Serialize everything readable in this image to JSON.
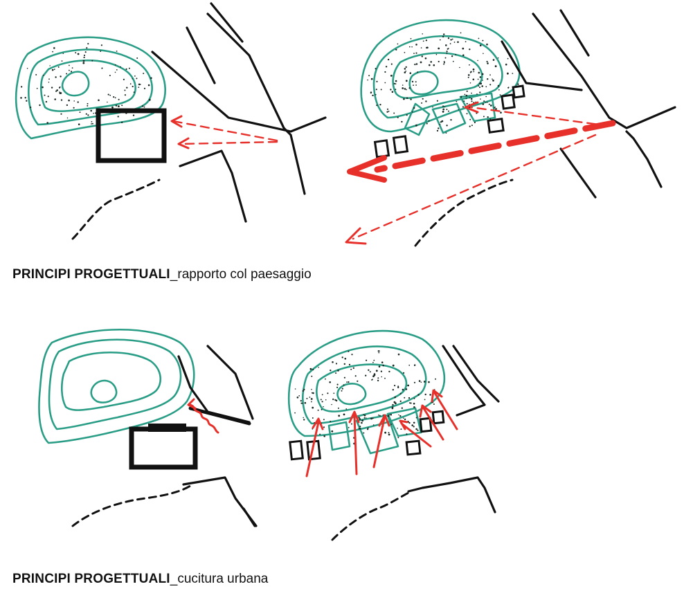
{
  "panels": [
    {
      "caption_bold": "PRINCIPI PROGETTUALI",
      "caption_rest": "_rapporto col paesaggio"
    },
    {
      "caption_bold": "PRINCIPI PROGETTUALI",
      "caption_rest": "_cucitura urbana"
    }
  ],
  "colors": {
    "topography": "#2a9d86",
    "arrows": "#e8302a",
    "roads": "#111111"
  }
}
